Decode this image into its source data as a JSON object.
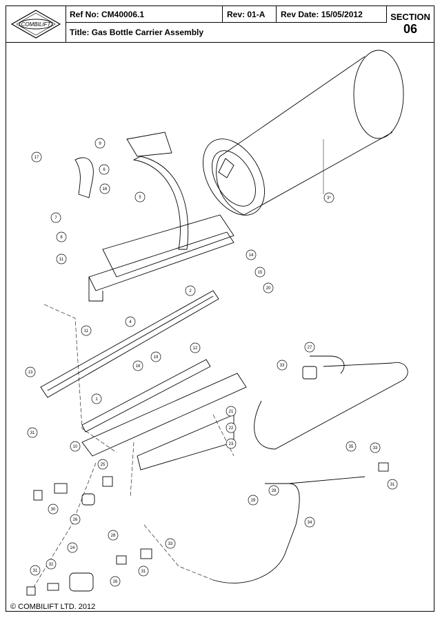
{
  "header": {
    "logo_text": "COMBILIFT",
    "ref": "Ref No: CM40006.1",
    "rev": "Rev: 01-A",
    "rev_date": "Rev Date: 15/05/2012",
    "title": "Title: Gas Bottle Carrier Assembly",
    "section_label": "SECTION",
    "section_number": "06"
  },
  "drawing": {
    "balloons": [
      "17",
      "9",
      "6",
      "16",
      "5",
      "7",
      "8",
      "11",
      "14",
      "15",
      "20",
      "2",
      "3*",
      "4",
      "11",
      "12",
      "27",
      "33",
      "13",
      "18",
      "19",
      "1",
      "21",
      "22",
      "23",
      "35",
      "33",
      "10",
      "25",
      "28",
      "29",
      "31",
      "34",
      "24",
      "30",
      "26",
      "28",
      "33",
      "31",
      "32",
      "31",
      "26",
      "31"
    ]
  },
  "footer": {
    "copyright": "© COMBILIFT LTD. 2012"
  },
  "colors": {
    "line": "#000000",
    "background": "#ffffff"
  }
}
